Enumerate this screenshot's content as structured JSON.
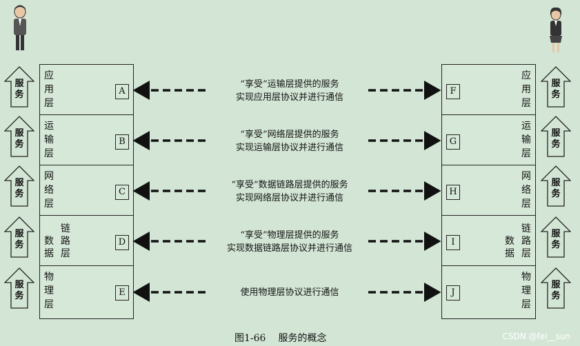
{
  "left_layers": [
    {
      "name": "应\n用\n层",
      "box": "A"
    },
    {
      "name": "运\n输\n层",
      "box": "B"
    },
    {
      "name": "网\n络\n层",
      "box": "C"
    },
    {
      "name_a": "链\n路\n层",
      "name_b": "数\n据",
      "box": "D"
    },
    {
      "name": "物\n理\n层",
      "box": "E"
    }
  ],
  "right_layers": [
    {
      "name": "应\n用\n层",
      "box": "F"
    },
    {
      "name": "运\n输\n层",
      "box": "G"
    },
    {
      "name": "网\n络\n层",
      "box": "H"
    },
    {
      "name_a": "链\n路\n层",
      "name_b": "数\n据",
      "box": "I"
    },
    {
      "name": "物\n理\n层",
      "box": "J"
    }
  ],
  "service_label": "服\n务",
  "descriptions": [
    "“享受”运输层提供的服务\n实现应用层协议并进行通信",
    "“享受”网络层提供的服务\n实现运输层协议并进行通信",
    "“享受”数据链路层提供的服务\n实现网络层协议并进行通信",
    "“享受”物理层提供的服务\n实现数据链路层协议并进行通信",
    "使用物理层协议进行通信"
  ],
  "caption": {
    "number": "图1-66",
    "title": "服务的概念"
  },
  "watermark": "CSDN @fei__sun",
  "colors": {
    "background": "#d3e6d5",
    "line": "#111111"
  }
}
